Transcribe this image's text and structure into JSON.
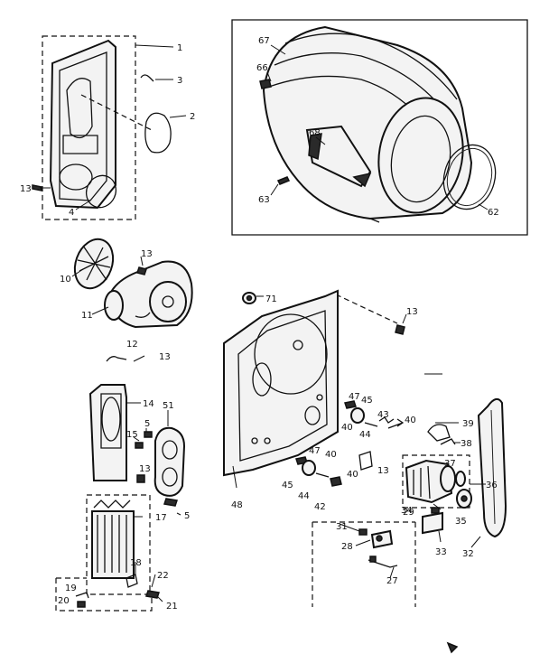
{
  "callouts": {
    "c1": "1",
    "c2": "2",
    "c3": "3",
    "c4": "4",
    "c5a": "5",
    "c5b": "5",
    "c10": "10",
    "c11": "11",
    "c12": "12",
    "c13a": "13",
    "c13b": "13",
    "c13c": "13",
    "c13d": "13",
    "c13e": "13",
    "c13f": "13",
    "c14": "14",
    "c15": "15",
    "c17": "17",
    "c18": "18",
    "c19": "19",
    "c20": "20",
    "c21": "21",
    "c22": "22",
    "c27": "27",
    "c28": "28",
    "c29": "29",
    "c31": "31",
    "c32": "32",
    "c33": "33",
    "c34": "34",
    "c35": "35",
    "c36": "36",
    "c37": "37",
    "c38": "38",
    "c39": "39",
    "c40a": "40",
    "c40b": "40",
    "c40c": "40",
    "c40d": "40",
    "c42": "42",
    "c43": "43",
    "c44a": "44",
    "c44b": "44",
    "c45a": "45",
    "c45b": "45",
    "c47a": "47",
    "c47b": "47",
    "c48": "48",
    "c51": "51",
    "c62": "62",
    "c63": "63",
    "c66": "66",
    "c67": "67",
    "c68": "68",
    "c71": "71"
  }
}
